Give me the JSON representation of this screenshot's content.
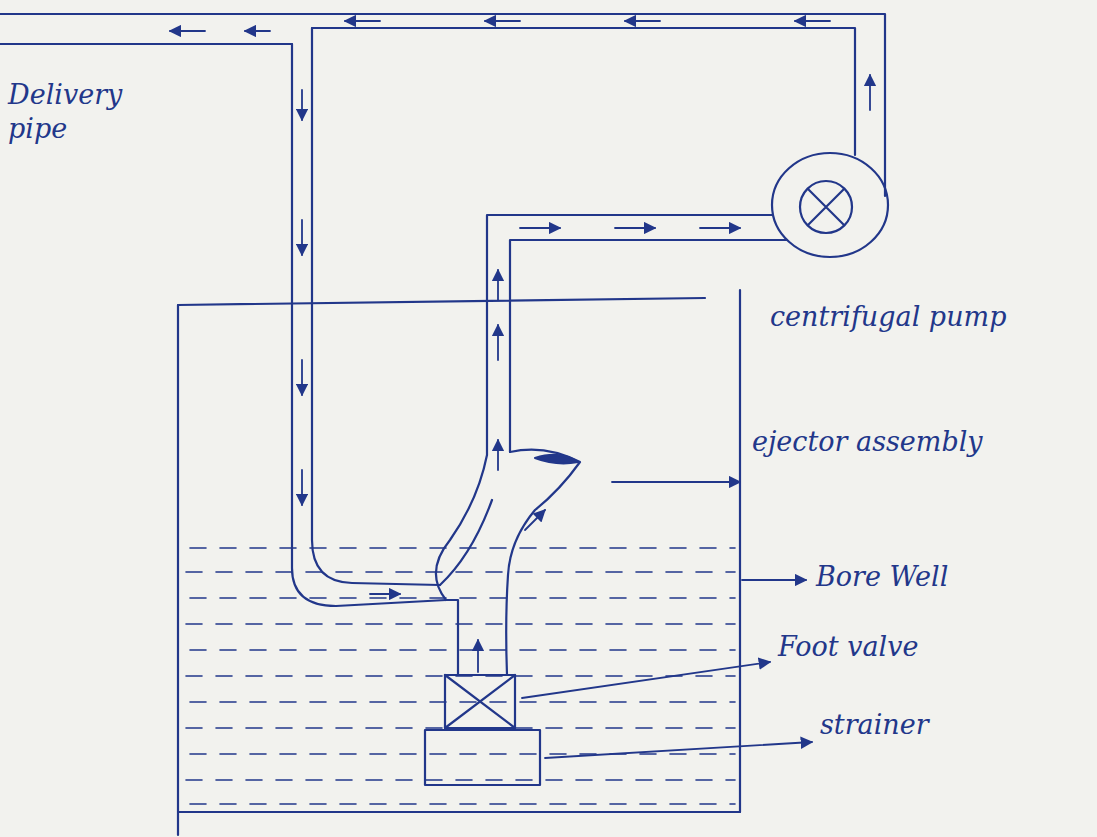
{
  "diagram": {
    "labels": [
      "Delivery pipe",
      "centrifugal pump",
      "ejector assembly",
      "Bore Well",
      "Foot valve",
      "strainer"
    ]
  }
}
